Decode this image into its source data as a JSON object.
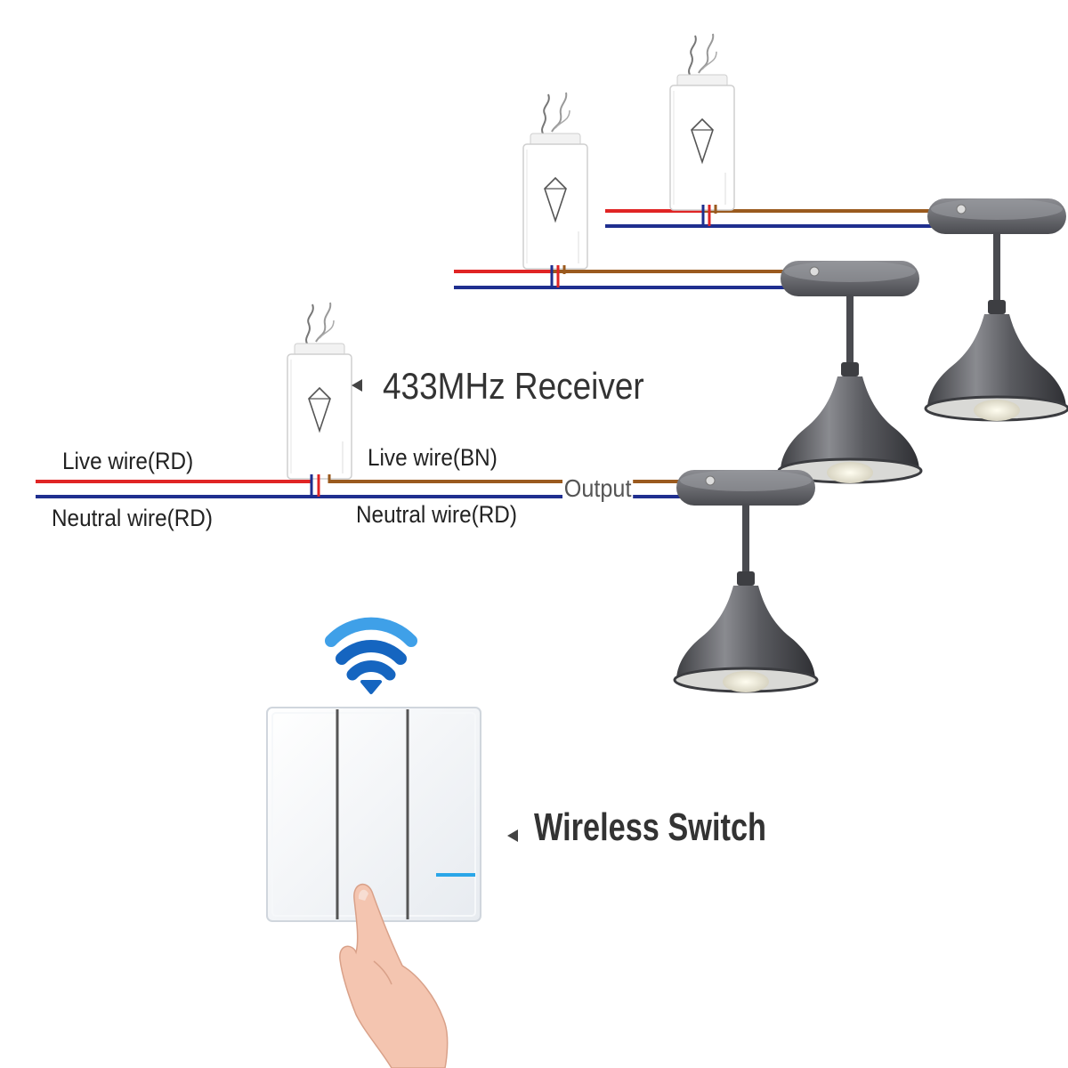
{
  "labels": {
    "receiver": "433MHz Receiver",
    "live_in": "Live wire(RD)",
    "neutral_in": "Neutral wire(RD)",
    "live_out": "Live wire(BN)",
    "neutral_out": "Neutral wire(RD)",
    "output": "Output",
    "wireless_switch": "Wireless Switch"
  },
  "colors": {
    "live_red": "#e02424",
    "neutral_blue": "#1f2f8f",
    "live_brown": "#9a5a1e",
    "wifi_blue": "#1565c0",
    "wifi_light": "#3fa0e8",
    "lamp_gray": "#5f6064",
    "indicator": "#2aa6e8"
  },
  "icons": [
    "wifi-signal-icon",
    "finger-pointer-icon",
    "pendant-lamp-icon",
    "receiver-module-icon",
    "antenna-icon"
  ],
  "switch": {
    "gangs": 3
  }
}
